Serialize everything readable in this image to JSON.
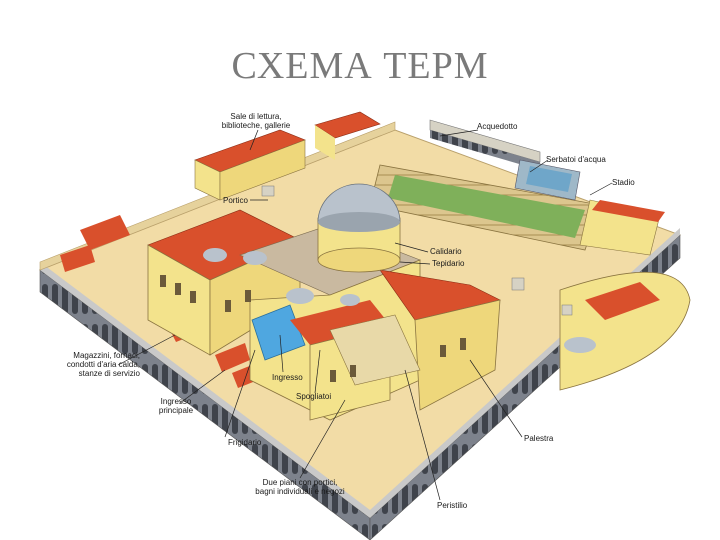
{
  "title": "СХЕМА ТЕРМ",
  "labels": {
    "sale": "Sale di lettura,\nbiblioteche, gallerie",
    "acquedotto": "Acquedotto",
    "serbatoi": "Serbatoi d'acqua",
    "stadio": "Stadio",
    "portico": "Portico",
    "calidario": "Calidario",
    "tepidario": "Tepidario",
    "magazzini": "Magazzini, fornaci,\ncondotti d'aria calda,\nstanze di servizio",
    "ingresso": "Ingresso",
    "spogliatoi": "Spogliatoi",
    "ingresso_principale": "Ingresso\nprincipale",
    "frigidario": "Frigidario",
    "palestra": "Palestra",
    "due_piani": "Due piani con portici,\nbagni individuali e negozi",
    "peristilio": "Peristilio"
  },
  "colors": {
    "ground": "#f2dca6",
    "wall": "#f3e38c",
    "roof": "#d9502c",
    "arcade": "#8a8f98",
    "pool": "#4fa7e0",
    "dome": "#b9c2cc",
    "field": "#7fb05a"
  }
}
